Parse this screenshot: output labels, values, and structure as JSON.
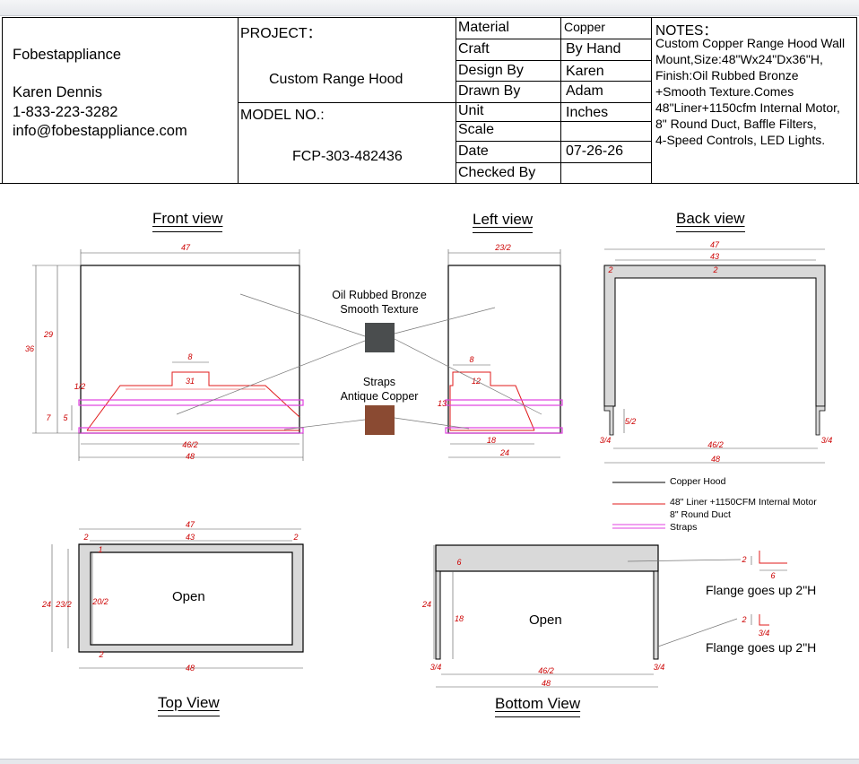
{
  "header": {
    "company": "Fobestappliance",
    "contact_name": "Karen Dennis",
    "contact_phone": "1-833-223-3282",
    "contact_email": "info@fobestappliance.com",
    "project_label": "PROJECT：",
    "project_value": "Custom Range Hood",
    "model_label": "MODEL NO.:",
    "model_value": "FCP-303-482436"
  },
  "title_block": {
    "rows": [
      {
        "label": "Material",
        "value": "Copper"
      },
      {
        "label": "Craft",
        "value": "By Hand"
      },
      {
        "label": "Design By",
        "value": "Karen"
      },
      {
        "label": "Drawn By",
        "value": "Adam"
      },
      {
        "label": "Unit",
        "value": "Inches"
      },
      {
        "label": "Scale",
        "value": ""
      },
      {
        "label": "Date",
        "value": "07-26-26"
      },
      {
        "label": "Checked By",
        "value": ""
      }
    ]
  },
  "notes": {
    "title": "NOTES：",
    "lines": [
      "Custom Copper Range Hood Wall",
      "Mount,Size:48\"Wx24\"Dx36\"H,",
      "Finish:Oil Rubbed Bronze",
      "+Smooth Texture.Comes",
      "48\"Liner+1150cfm Internal Motor,",
      "8\" Round Duct, Baffle Filters,",
      "4-Speed Controls, LED Lights."
    ]
  },
  "views": {
    "front": "Front view",
    "left": "Left view",
    "back": "Back view",
    "top": "Top View",
    "bottom": "Bottom View"
  },
  "callouts": {
    "finish_line1": "Oil Rubbed Bronze",
    "finish_line2": "Smooth Texture",
    "straps_line1": "Straps",
    "straps_line2": "Antique Copper"
  },
  "legend": {
    "copper_hood": "Copper Hood",
    "liner_line1": "48\" Liner +1150CFM Internal Motor",
    "liner_line2": "8\" Round Duct",
    "straps": "Straps"
  },
  "labels": {
    "open_top": "Open",
    "open_bottom": "Open",
    "flange1": "Flange goes up 2\"H",
    "flange2": "Flange goes up 2\"H"
  },
  "dims": {
    "front_w": "47",
    "front_h_outer": "36",
    "front_h_body": "29",
    "front_liner_top": "8",
    "front_liner_w": "31",
    "front_half": "1/2",
    "front_7": "7",
    "front_5": "5",
    "front_bottom_inner": "46/2",
    "front_bottom": "48",
    "left_w": "23/2",
    "left_8": "8",
    "left_12": "12",
    "left_13": "13",
    "left_18": "18",
    "left_24": "24",
    "back_w47": "47",
    "back_w43": "43",
    "back_2a": "2",
    "back_2b": "2",
    "back_5half": "5/2",
    "back_frac_l": "3/4",
    "back_frac_r": "3/4",
    "back_inner": "46/2",
    "back_w48": "48",
    "top_w47": "47",
    "top_w43": "43",
    "top_2a": "2",
    "top_2b": "2",
    "top_2c": "2",
    "top_24": "24",
    "top_23half": "23/2",
    "top_20half": "20/2",
    "top_1": "1",
    "top_48": "48",
    "bottom_24": "24",
    "bottom_6": "6",
    "bottom_18": "18",
    "bottom_frac_l": "3/4",
    "bottom_frac_r": "3/4",
    "bottom_inner": "46/2",
    "bottom_48": "48",
    "flange_2a": "2",
    "flange_6": "6",
    "flange_2b": "2",
    "flange_frac": "3/4"
  },
  "colors": {
    "copper_hood": "#000000",
    "liner": "#e01b1b",
    "straps": "#e040e0",
    "oil_rubbed_bronze": "#4a4d4e",
    "antique_copper": "#8a4a32",
    "panel_fill": "#d9d9d9"
  }
}
